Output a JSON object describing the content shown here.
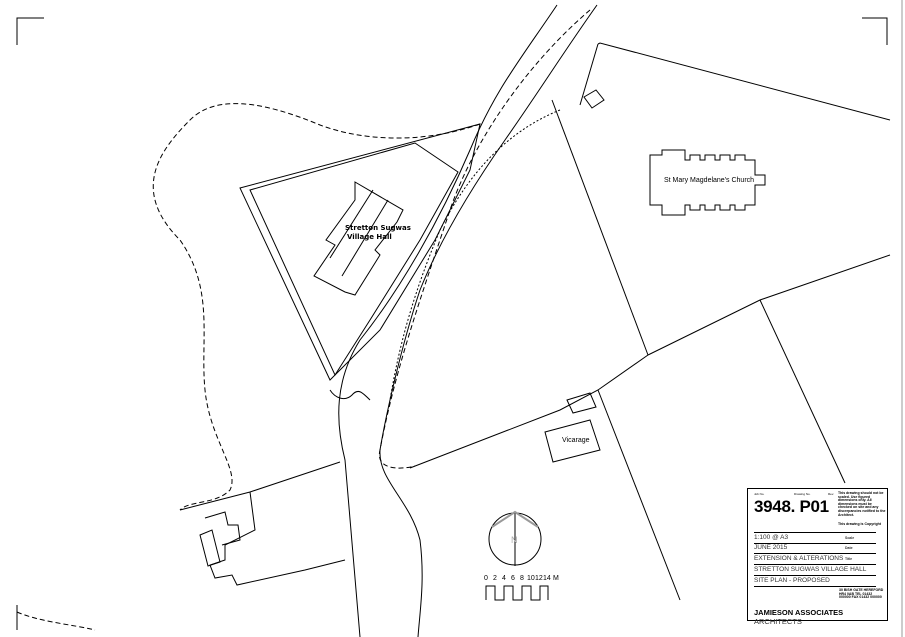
{
  "drawing": {
    "labels": {
      "village_hall_line1": "Stretton Sugwas",
      "village_hall_line2": "Village Hall",
      "church": "St Mary Magdelane's Church",
      "vicarage": "Vicarage",
      "north": "N"
    },
    "scale_bar": {
      "ticks": [
        "0",
        "2",
        "4",
        "6",
        "8",
        "10",
        "12",
        "14"
      ],
      "unit": "M"
    }
  },
  "title_block": {
    "job_no_label": "Job No.",
    "drawing_no_label": "Drawing No.",
    "rev_label": "Rev.",
    "drawing_number": "3948. P01",
    "note": "This drawing should not be scaled. Use figured dimensions only. All dimensions must be checked on site and any discrepancies notified to the Architect.",
    "copyright": "This drawing is Copyright",
    "scale_value": "1:100 @ A3",
    "scale_label": "Scale",
    "date_value": "JUNE 2015",
    "date_label": "Date",
    "title_line1": "EXTENSION &  ALTERATIONS",
    "title_label": "Title",
    "title_line2": "STRETTON SUGWAS VILLAGE HALL",
    "title_line3": "SITE PLAN - PROPOSED",
    "address": "30 BISH GATE HEREFORD HR4 0AB TEL 01432 000000 FAX 01432 000000",
    "firm_bold": "JAMIESON ASSOCIATES",
    "firm_light": "ARCHITECTS"
  }
}
